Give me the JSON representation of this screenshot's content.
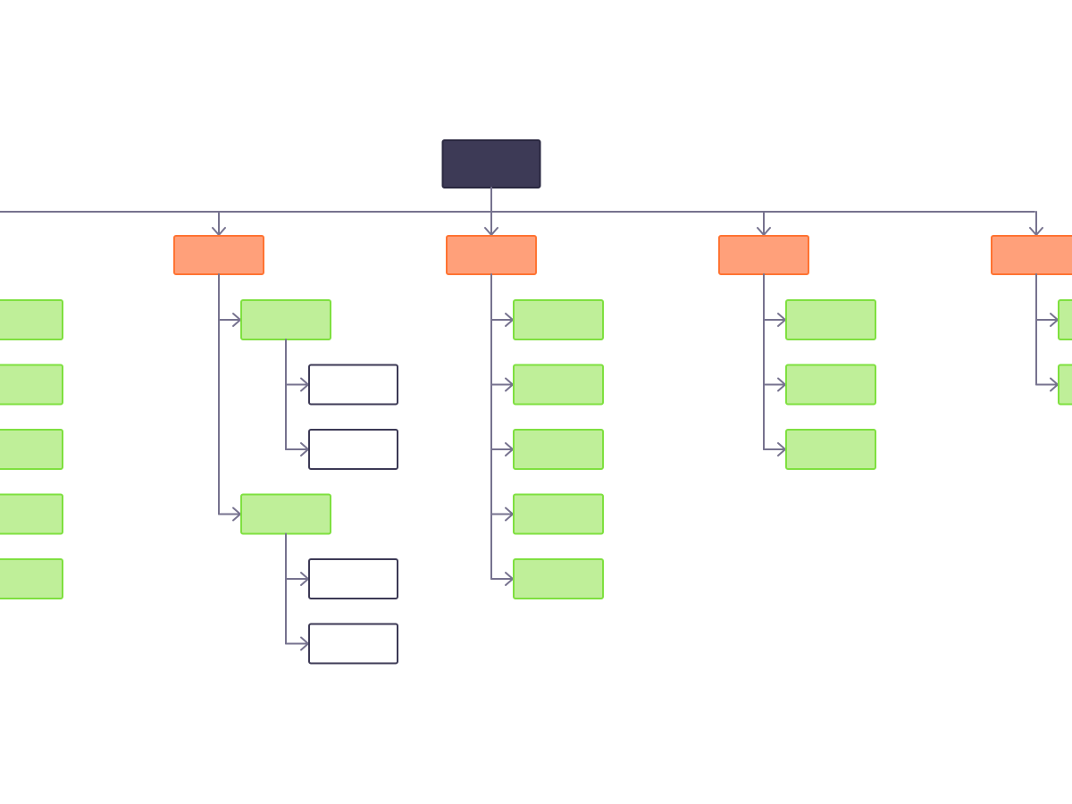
{
  "colors": {
    "line": "#77738f",
    "root_fill": "#3d3a56",
    "root_stroke": "#2a2840",
    "category_fill": "#ffa07a",
    "category_stroke": "#ff7433",
    "page_fill": "#bfef99",
    "page_stroke": "#7fe040",
    "subpage_fill": "#ffffff",
    "subpage_stroke": "#3d3a56"
  },
  "tree": {
    "type": "root",
    "children": [
      {
        "type": "category",
        "offscreen": true,
        "children": [
          {
            "type": "page"
          },
          {
            "type": "page"
          },
          {
            "type": "page"
          },
          {
            "type": "page"
          },
          {
            "type": "page"
          }
        ]
      },
      {
        "type": "category",
        "children": [
          {
            "type": "page",
            "children": [
              {
                "type": "subpage"
              },
              {
                "type": "subpage"
              }
            ]
          },
          {
            "type": "page",
            "children": [
              {
                "type": "subpage"
              },
              {
                "type": "subpage"
              }
            ]
          }
        ]
      },
      {
        "type": "category",
        "children": [
          {
            "type": "page"
          },
          {
            "type": "page"
          },
          {
            "type": "page"
          },
          {
            "type": "page"
          },
          {
            "type": "page"
          }
        ]
      },
      {
        "type": "category",
        "children": [
          {
            "type": "page"
          },
          {
            "type": "page"
          },
          {
            "type": "page"
          }
        ]
      },
      {
        "type": "category",
        "children": [
          {
            "type": "page"
          },
          {
            "type": "page"
          }
        ]
      }
    ]
  }
}
